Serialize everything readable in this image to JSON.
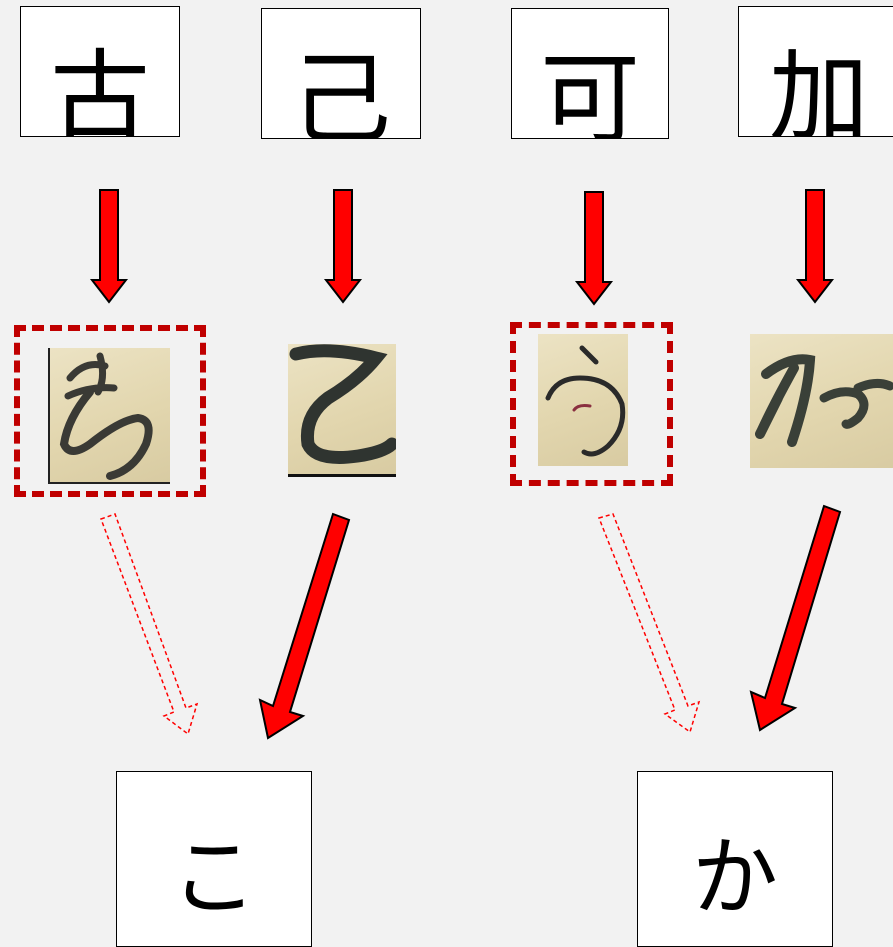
{
  "kanji": [
    {
      "char": "古"
    },
    {
      "char": "己"
    },
    {
      "char": "可"
    },
    {
      "char": "加"
    }
  ],
  "hiragana": [
    {
      "char": "こ"
    },
    {
      "char": "か"
    }
  ],
  "colors": {
    "arrow_fill": "#ff0000",
    "arrow_stroke": "#000000",
    "dashed_frame": "#c00000",
    "dashed_arrow": "#ff0000",
    "background": "#f2f2f2"
  }
}
